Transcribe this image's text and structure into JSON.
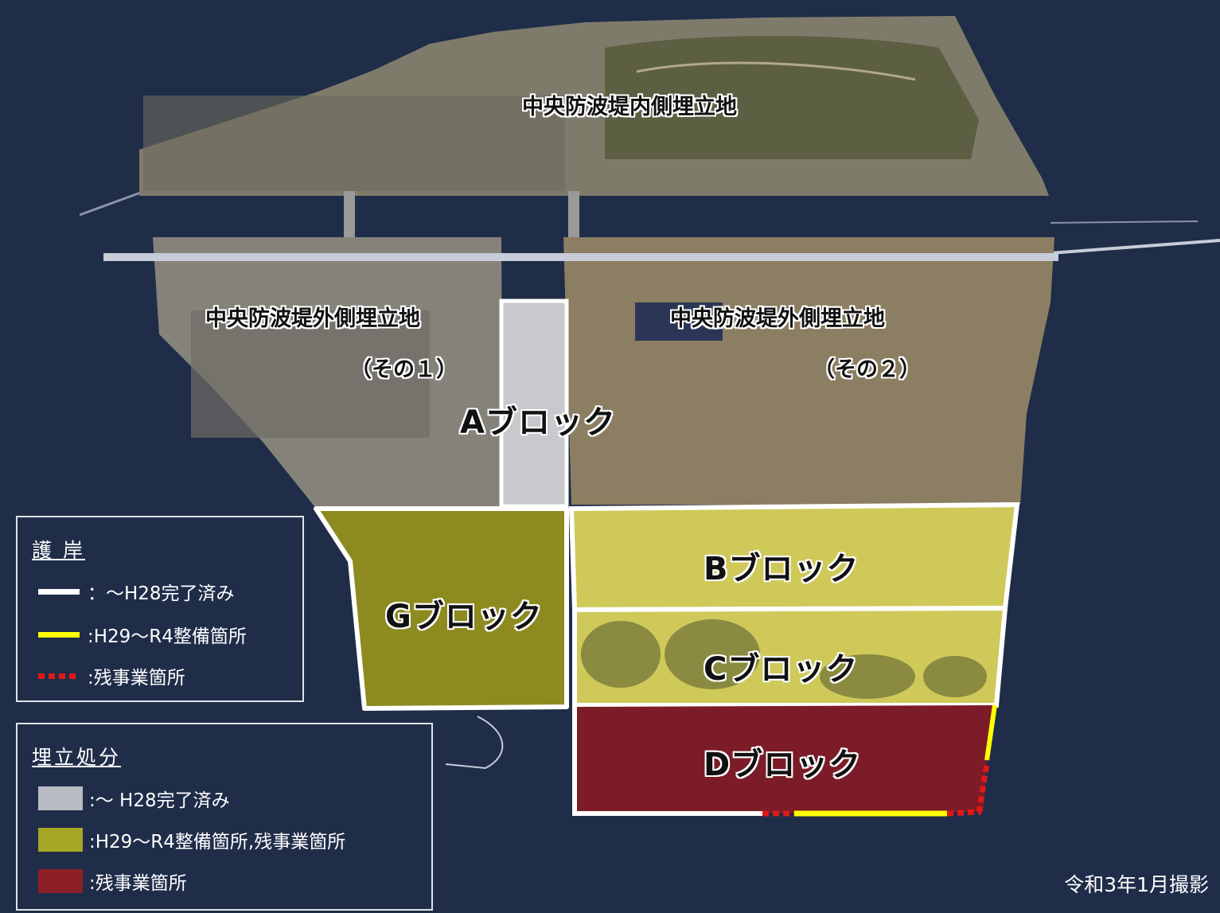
{
  "map": {
    "areas": {
      "inner": "中央防波堤内側埋立地",
      "outer1_name": "中央防波堤外側埋立地",
      "outer1_sub": "（その１）",
      "outer2_name": "中央防波堤外側埋立地",
      "outer2_sub": "（その２）"
    },
    "blocks": {
      "a": "Aブロック",
      "b": "Bブロック",
      "c": "Cブロック",
      "d": "Dブロック",
      "g": "Gブロック"
    },
    "photo_caption": "令和3年1月撮影"
  },
  "legend_seawall": {
    "title": "護 岸",
    "items": [
      {
        "label": "：～H28完了済み",
        "color": "#ffffff"
      },
      {
        "label": ":H29～R4整備箇所",
        "color": "#ffff00"
      },
      {
        "label": ":残事業箇所",
        "color": "#e01818"
      }
    ]
  },
  "legend_landfill": {
    "title": "埋立処分",
    "items": [
      {
        "label": ":～ H28完了済み",
        "color": "#b9bcc4"
      },
      {
        "label": ":H29～R4整備箇所,残事業箇所",
        "color": "#a7a625"
      },
      {
        "label": ":残事業箇所",
        "color": "#8c1e27"
      }
    ]
  },
  "colors": {
    "sea": "#1f2d49",
    "land": "#8b8676",
    "block_a_fill": "#c8c9cc",
    "block_g_fill": "#8d8b20",
    "block_bc_fill": "#cfc95a",
    "block_d_fill": "#7c1c28"
  }
}
